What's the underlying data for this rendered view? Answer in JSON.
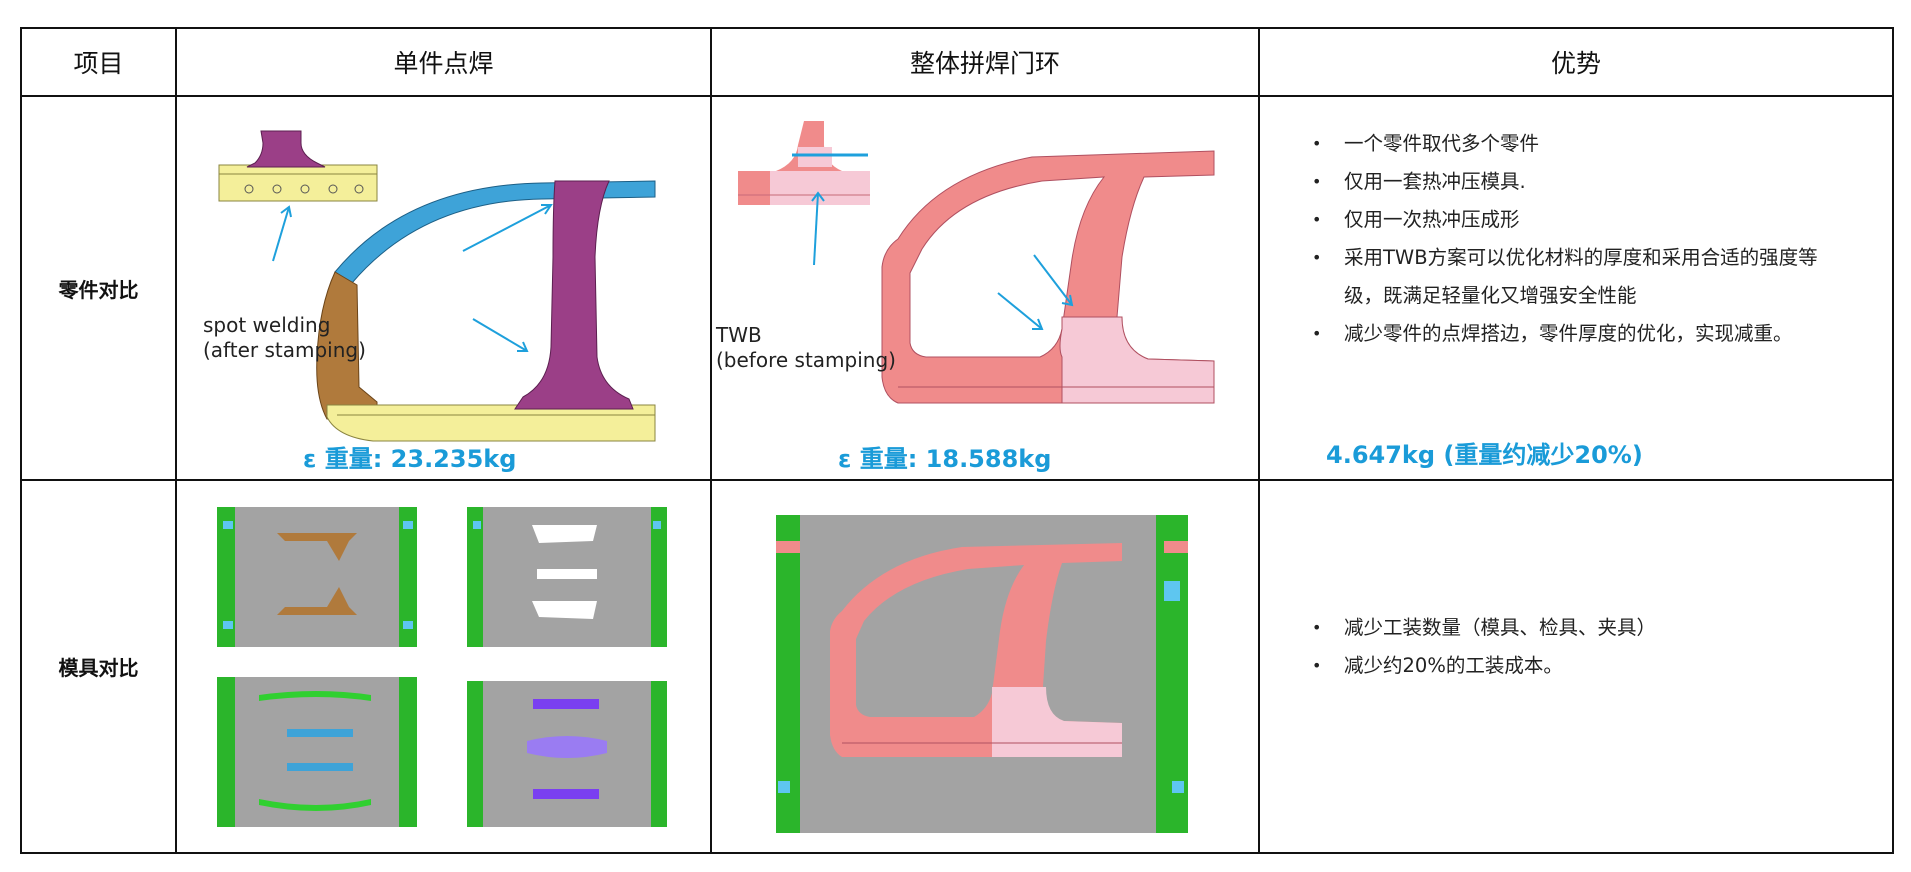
{
  "headers": [
    "项目",
    "单件点焊",
    "整体拼焊门环",
    "优势"
  ],
  "row1": {
    "label": "零件对比",
    "spot_caption": "spot welding\n(after stamping)",
    "spot_weight": "ε  重量: 23.235kg",
    "twb_caption": "TWB\n(before stamping)",
    "twb_weight": "ε  重量: 18.588kg",
    "advantages": [
      "一个零件取代多个零件",
      "仅用一套热冲压模具.",
      "仅用一次热冲压成形",
      "采用TWB方案可以优化材料的厚度和采用合适的强度等",
      "级，既满足轻量化又增强安全性能",
      "减少零件的点焊搭边，零件厚度的优化，实现减重。"
    ],
    "saving": "4.647kg (重量约减少20%)"
  },
  "row2": {
    "label": "模具对比",
    "advantages": [
      "减少工装数量（模具、检具、夹具）",
      "减少约20%的工装成本。"
    ]
  },
  "colors": {
    "accent_blue": "#1a9bd8",
    "arrow_blue": "#1ea0dc",
    "part_purple": "#9b3f87",
    "part_yellow": "#f4ef9a",
    "part_brown": "#b07a3c",
    "part_blue": "#3ea3d8",
    "twb_pink": "#f08b8b",
    "twb_light_pink": "#f6c9d6",
    "die_gray": "#a3a3a3",
    "die_green": "#2bb52b",
    "die_violet": "#7a3ff0"
  }
}
